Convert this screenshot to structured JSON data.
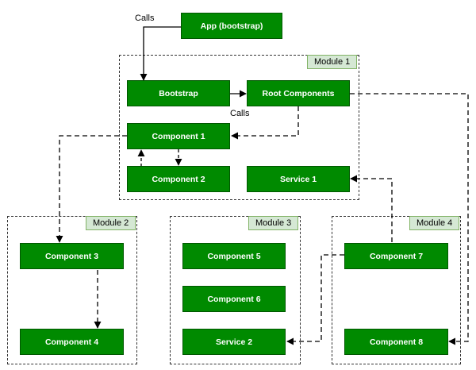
{
  "modules": [
    {
      "id": "m1",
      "tag": "Module 1"
    },
    {
      "id": "m2",
      "tag": "Module 2"
    },
    {
      "id": "m3",
      "tag": "Module 3"
    },
    {
      "id": "m4",
      "tag": "Module 4"
    }
  ],
  "nodes": {
    "app": "App (bootstrap)",
    "bootstrap": "Bootstrap",
    "root": "Root Components",
    "component1": "Component 1",
    "component2": "Component 2",
    "service1": "Service 1",
    "component3": "Component 3",
    "component4": "Component 4",
    "component5": "Component 5",
    "component6": "Component 6",
    "service2": "Service 2",
    "component7": "Component 7",
    "component8": "Component 8"
  },
  "edge_labels": {
    "calls_top": "Calls",
    "calls_mid": "Calls"
  },
  "colors": {
    "node_fill": "#008a00",
    "node_border": "#005700",
    "module_tag_fill": "#d5e8d4",
    "module_tag_border": "#82b366"
  }
}
